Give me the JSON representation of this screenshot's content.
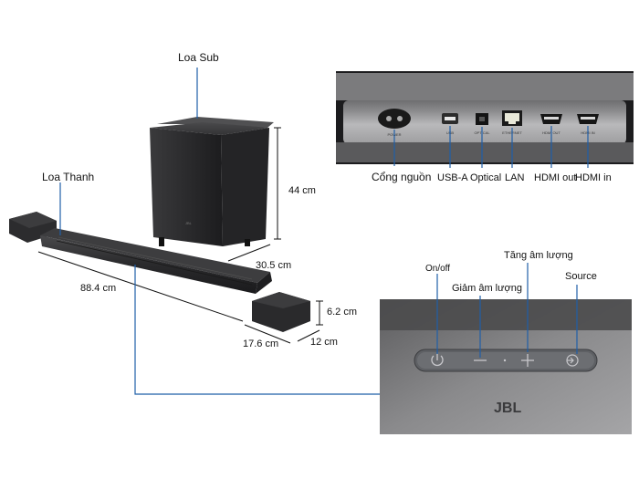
{
  "left": {
    "sub_label": "Loa Sub",
    "bar_label": "Loa Thanh",
    "dims": {
      "sub_height": "44 cm",
      "sub_depth": "30.5 cm",
      "bar_width": "88.4 cm",
      "satellite_width": "17.6 cm",
      "satellite_depth": "12 cm",
      "satellite_height": "6.2 cm"
    }
  },
  "ports": {
    "printed": [
      "POWER",
      "USB",
      "OPTICAL",
      "ETHERNET",
      "HDMI OUT",
      "HDMI IN"
    ],
    "labels": {
      "power": "Cổng nguồn",
      "usb": "USB-A",
      "optical": "Optical",
      "lan": "LAN",
      "hdmi_out": "HDMI out",
      "hdmi_in": "HDMI in"
    }
  },
  "controls": {
    "on_off": "On/off",
    "vol_down": "Giảm âm lượng",
    "vol_up": "Tăng âm lượng",
    "source": "Source",
    "brand": "JBL",
    "icons": [
      "power-icon",
      "minus-icon",
      "plus-icon",
      "source-icon"
    ]
  },
  "colors": {
    "callout": "#1f5fa8",
    "device": "#2b2b2d",
    "panel": "#8a8a8a"
  }
}
